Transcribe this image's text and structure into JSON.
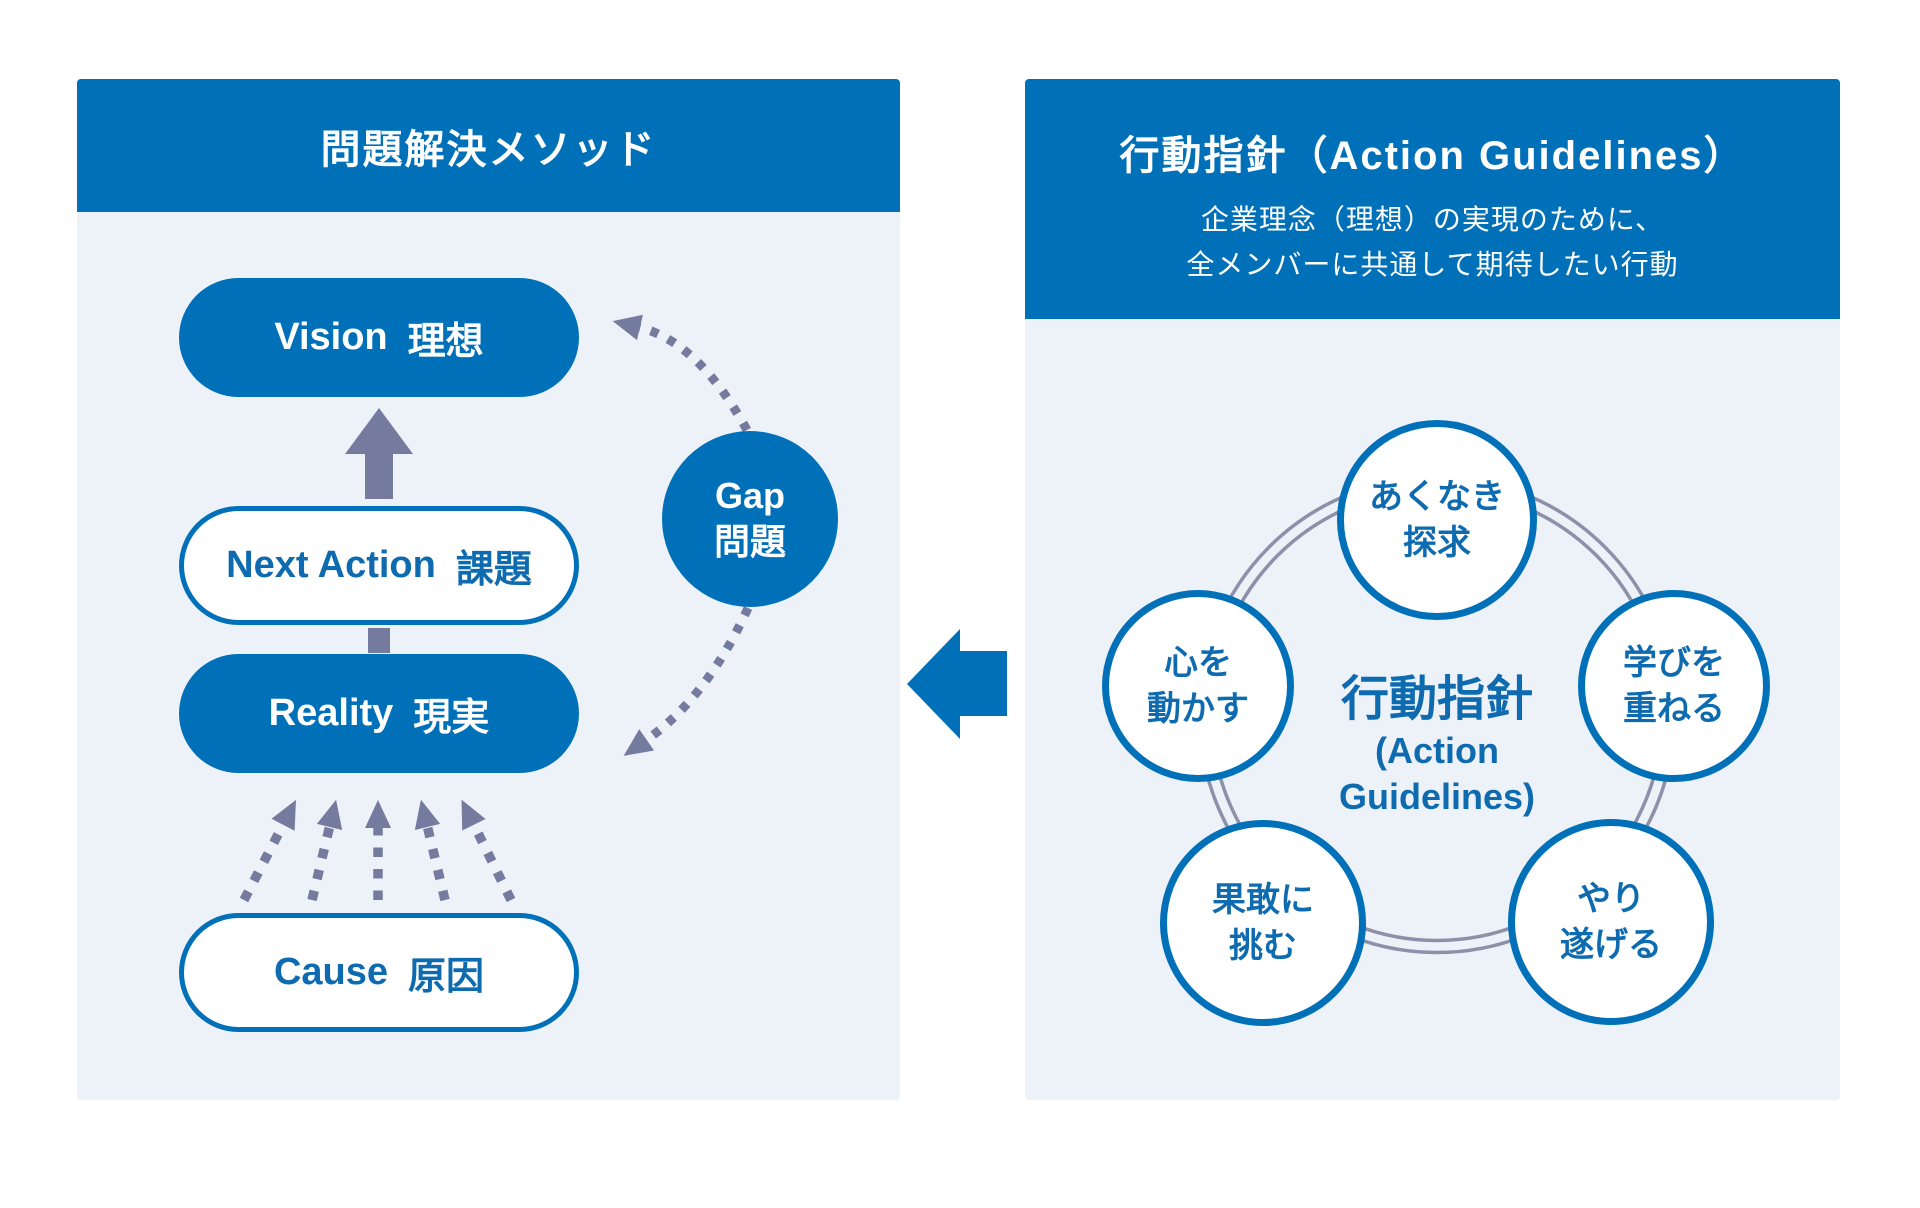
{
  "colors": {
    "brand_blue": "#0070b9",
    "text_blue": "#0e6bb0",
    "panel_background": "#edf1f8",
    "arrow_slate": "#757a9f",
    "ring_gray": "#8d90a9"
  },
  "left_panel": {
    "title": "問題解決メソッド",
    "pills": [
      {
        "en": "Vision",
        "jp": "理想"
      },
      {
        "en": "Next Action",
        "jp": "課題"
      },
      {
        "en": "Reality",
        "jp": "現実"
      },
      {
        "en": "Cause",
        "jp": "原因"
      }
    ],
    "gap_circle": {
      "line1": "Gap",
      "line2": "問題"
    }
  },
  "right_panel": {
    "title": "行動指針（Action Guidelines）",
    "subtitle": [
      "企業理念（理想）の実現のために、",
      "全メンバーに共通して期待したい行動"
    ],
    "center_label": {
      "line1": "行動指針",
      "line2": "(Action",
      "line3": "Guidelines)"
    },
    "circles": [
      {
        "line1": "あくなき",
        "line2": "探求"
      },
      {
        "line1": "学びを",
        "line2": "重ねる"
      },
      {
        "line1": "やり",
        "line2": "遂げる"
      },
      {
        "line1": "果敢に",
        "line2": "挑む"
      },
      {
        "line1": "心を",
        "line2": "動かす"
      }
    ]
  }
}
